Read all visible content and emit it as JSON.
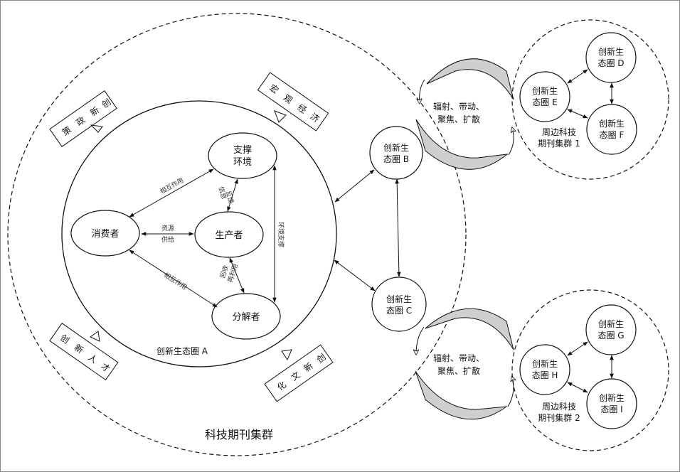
{
  "outer_cluster_label": "科技期刊集群",
  "ecosystem_a": {
    "label": "创新生态圈 A",
    "support_env": [
      "支撑",
      "环境"
    ],
    "producer": "生产者",
    "consumer": "消费者",
    "decomposer": "分解者",
    "edges": {
      "interaction_top": "相互作用",
      "interaction_bottom": "相互作用",
      "resource_supply": [
        "资源",
        "供给"
      ],
      "env_support": "环境支撑",
      "info_feedback": [
        "信息",
        "反馈"
      ],
      "recycle": [
        "回收",
        "再利用"
      ]
    }
  },
  "external_factors": {
    "policy": [
      "创",
      "新",
      "政",
      "策"
    ],
    "economy": [
      "宏",
      "观",
      "经",
      "济"
    ],
    "talent": [
      "创",
      "新",
      "人",
      "才"
    ],
    "culture": [
      "创",
      "新",
      "文",
      "化"
    ]
  },
  "satellites": {
    "B": [
      "创新生",
      "态圈 B"
    ],
    "C": [
      "创新生",
      "态圈 C"
    ]
  },
  "radiation_label": [
    "辐射、带动、",
    "聚焦、扩散"
  ],
  "cluster1": {
    "label": [
      "周边科技",
      "期刊集群 1"
    ],
    "D": [
      "创新生",
      "态圈 D"
    ],
    "E": [
      "创新生",
      "态圈 E"
    ],
    "F": [
      "创新生",
      "态圈 F"
    ]
  },
  "cluster2": {
    "label": [
      "周边科技",
      "期刊集群 2"
    ],
    "G": [
      "创新生",
      "态圈 G"
    ],
    "H": [
      "创新生",
      "态圈 H"
    ],
    "I": [
      "创新生",
      "态圈 I"
    ]
  }
}
